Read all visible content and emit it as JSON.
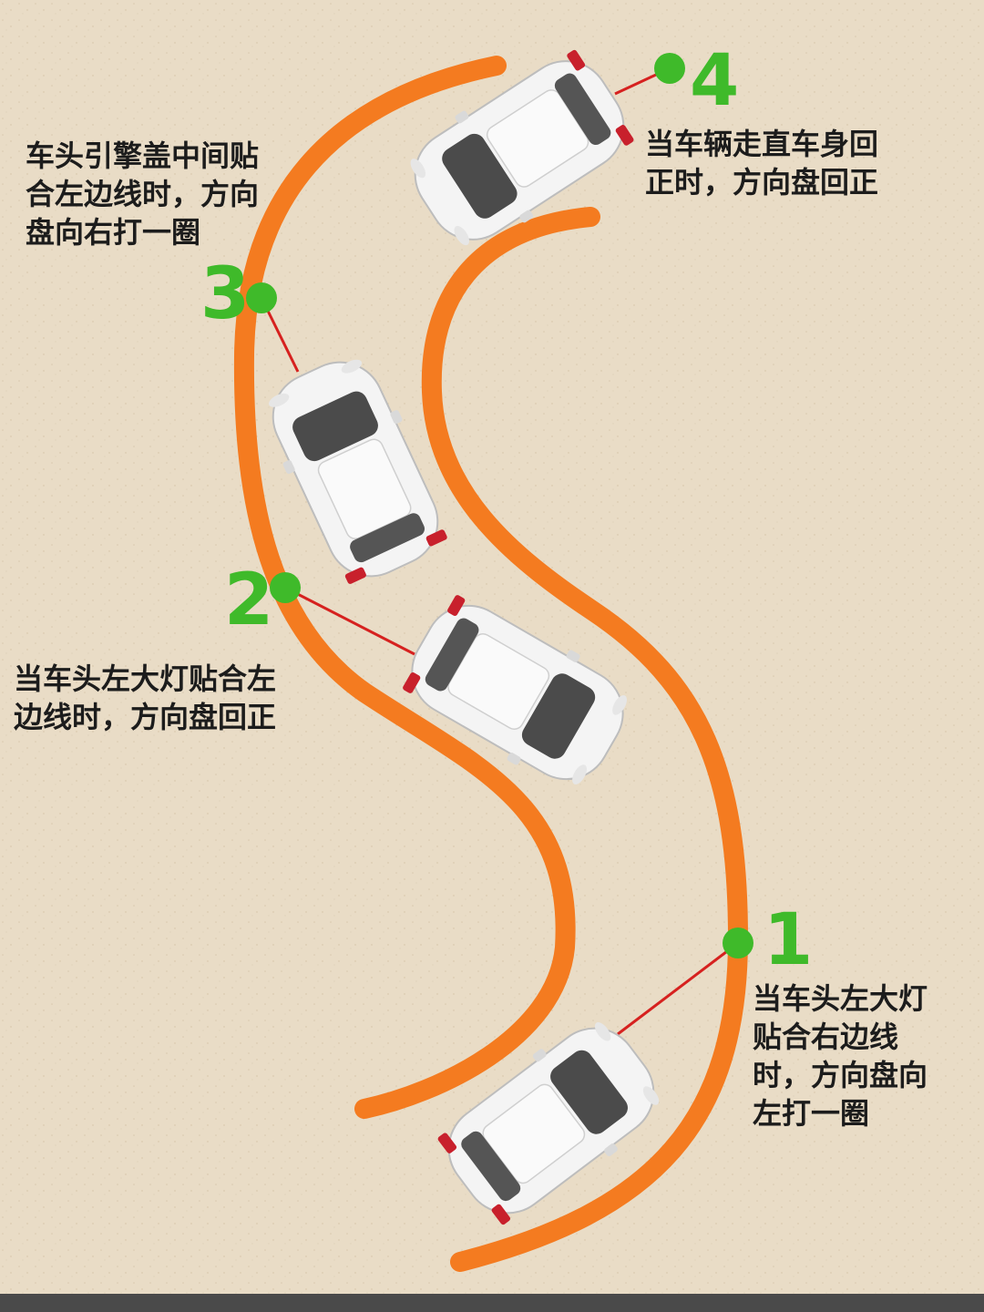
{
  "colors": {
    "background": "#e9dcc6",
    "road_line": "#f47b20",
    "marker": "#3fba2a",
    "connector": "#d6211f",
    "car_body": "#f4f4f4",
    "car_glass": "#4b4b4b"
  },
  "steps": [
    {
      "number": "1",
      "note": "当车头左大灯\n贴合右边线\n时，方向盘向\n左打一圈"
    },
    {
      "number": "2",
      "note": "当车头左大灯贴合左\n边线时，方向盘回正"
    },
    {
      "number": "3",
      "note": "车头引擎盖中间贴\n合左边线时，方向\n盘向右打一圈"
    },
    {
      "number": "4",
      "note": "当车辆走直车身回\n正时，方向盘回正"
    }
  ]
}
